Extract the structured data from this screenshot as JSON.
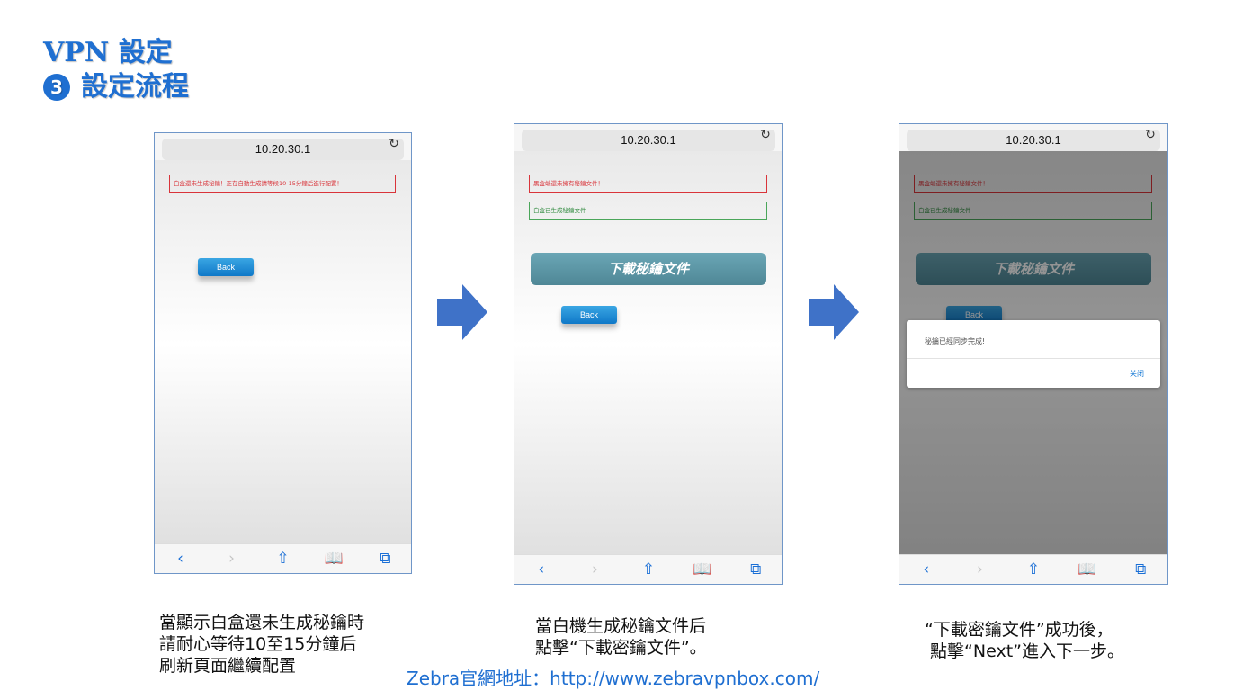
{
  "title": {
    "line1": "VPN 設定",
    "badge": "3",
    "line2": "設定流程"
  },
  "phone1": {
    "url": "10.20.30.1",
    "message_red": "白盒還未生成秘鑰！正在自動生成請等候10-15分鐘后進行配置！",
    "back_label": "Back"
  },
  "phone2": {
    "url": "10.20.30.1",
    "message_red": "黑盒端還未擁有秘鑰文件！",
    "message_green": "白盒已生成秘鑰文件",
    "download_label": "下載秘鑰文件",
    "back_label": "Back"
  },
  "phone3": {
    "url": "10.20.30.1",
    "message_red": "黑盒端還未擁有秘鑰文件！",
    "message_green": "白盒已生成秘鑰文件",
    "download_label": "下載秘鑰文件",
    "back_label": "Back",
    "dialog_message": "秘鑰已經同步完成!",
    "dialog_close": "关闭"
  },
  "toolbar_icons": [
    "back-chevron-icon",
    "forward-chevron-icon",
    "share-icon",
    "bookmarks-icon",
    "tabs-icon"
  ],
  "captions": {
    "c1": "當顯示白盒還未生成秘鑰時\n請耐心等待10至15分鐘后\n刷新頁面繼續配置",
    "c2": "當白機生成秘鑰文件后\n點擊“下載密鑰文件”。",
    "c3": "“下載密鑰文件”成功後，\n 點擊“Next”進入下一步。"
  },
  "footer": {
    "link": "Zebra官網地址：http://www.zebravpnbox.com/"
  },
  "colors": {
    "title_blue": "#1f6fd1",
    "arrow_blue": "#3f72c8",
    "error_red": "#d9343a",
    "ok_green": "#4aa65a",
    "button_blue": "#0f78c8"
  }
}
